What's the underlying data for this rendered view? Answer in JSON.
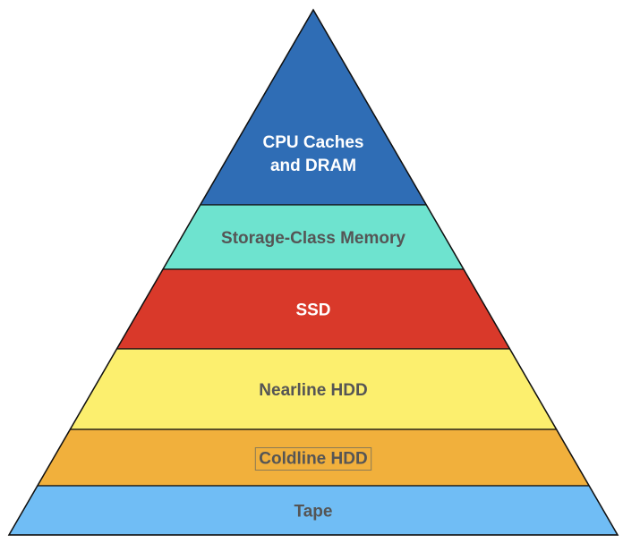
{
  "diagram": {
    "tiers": [
      {
        "lines": [
          "CPU Caches",
          "and DRAM"
        ],
        "fill": "#2f6db5",
        "text_color": "#ffffff"
      },
      {
        "lines": [
          "Storage-Class Memory"
        ],
        "fill": "#6ee3cf",
        "text_color": "#555555"
      },
      {
        "lines": [
          "SSD"
        ],
        "fill": "#d9392a",
        "text_color": "#ffffff"
      },
      {
        "lines": [
          "Nearline HDD"
        ],
        "fill": "#fcef6e",
        "text_color": "#555555"
      },
      {
        "lines": [
          "Coldline HDD"
        ],
        "fill": "#f1b03c",
        "text_color": "#555555",
        "boxed": true
      },
      {
        "lines": [
          "Tape"
        ],
        "fill": "#70bdf5",
        "text_color": "#555555"
      }
    ],
    "outline_color": "#111111"
  }
}
